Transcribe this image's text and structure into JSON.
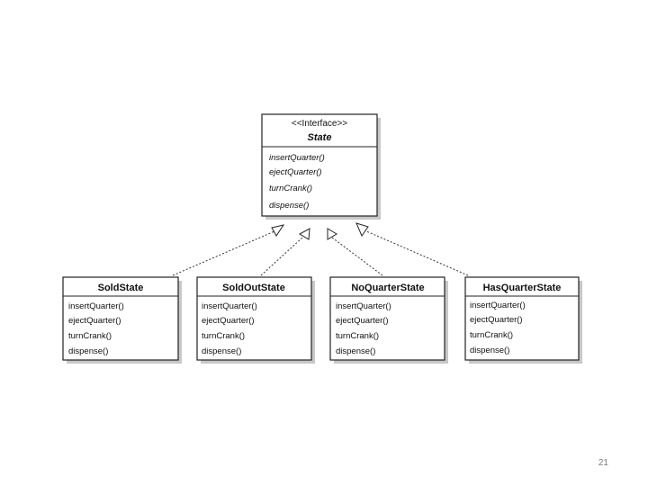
{
  "diagram": {
    "interface": {
      "stereotype": "<<Interface>>",
      "name": "State",
      "methods": [
        "insertQuarter()",
        "ejectQuarter()",
        "turnCrank()",
        "dispense()"
      ]
    },
    "classes": [
      {
        "name": "SoldState",
        "methods": [
          "insertQuarter()",
          "ejectQuarter()",
          "turnCrank()",
          "dispense()"
        ]
      },
      {
        "name": "SoldOutState",
        "methods": [
          "insertQuarter()",
          "ejectQuarter()",
          "turnCrank()",
          "dispense()"
        ]
      },
      {
        "name": "NoQuarterState",
        "methods": [
          "insertQuarter()",
          "ejectQuarter()",
          "turnCrank()",
          "dispense()"
        ]
      },
      {
        "name": "HasQuarterState",
        "methods": [
          "insertQuarter()",
          "ejectQuarter()",
          "turnCrank()",
          "dispense()"
        ]
      }
    ],
    "relationships": [
      {
        "from": "SoldState",
        "to": "State",
        "type": "realization"
      },
      {
        "from": "SoldOutState",
        "to": "State",
        "type": "realization"
      },
      {
        "from": "NoQuarterState",
        "to": "State",
        "type": "realization"
      },
      {
        "from": "HasQuarterState",
        "to": "State",
        "type": "realization"
      }
    ]
  },
  "slide": {
    "number": "21"
  },
  "colors": {
    "line": "#222222",
    "shadow": "#c8c8c8"
  }
}
